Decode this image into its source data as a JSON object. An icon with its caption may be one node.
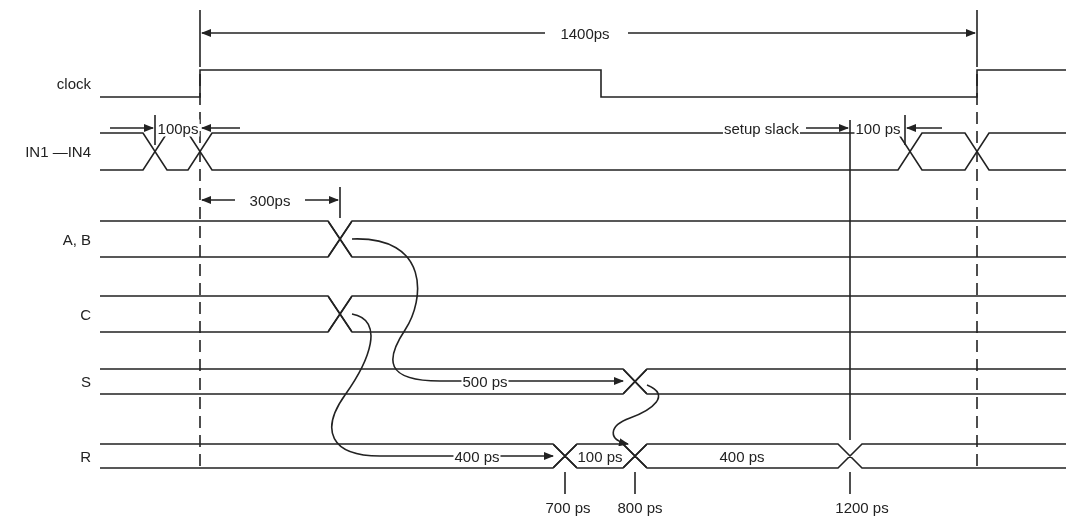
{
  "diagram": {
    "nodes": [
      {
        "text": [],
        "shape": "cross"
      },
      {
        "text": [],
        "shape": "cross"
      },
      {
        "text": [],
        "shape": "cross"
      },
      {
        "text": [],
        "shape": "cross"
      },
      {
        "text": [],
        "shape": "cross"
      }
    ],
    "edges": [
      {
        "from": 0,
        "to": 2,
        "arrow": "to",
        "label": "500 ps"
      },
      {
        "from": 1,
        "to": 3,
        "arrow": "to",
        "label": "400 ps"
      },
      {
        "from": 2,
        "to": 4,
        "arrow": "to"
      }
    ],
    "labels": [
      "1400ps",
      "clock",
      "100ps",
      "setup slack",
      "100 ps",
      "IN1 —IN4",
      "300ps",
      "A, B",
      "C",
      "S",
      "R",
      "100 ps",
      "400 ps",
      "700 ps",
      "800 ps",
      "1200 ps"
    ]
  }
}
